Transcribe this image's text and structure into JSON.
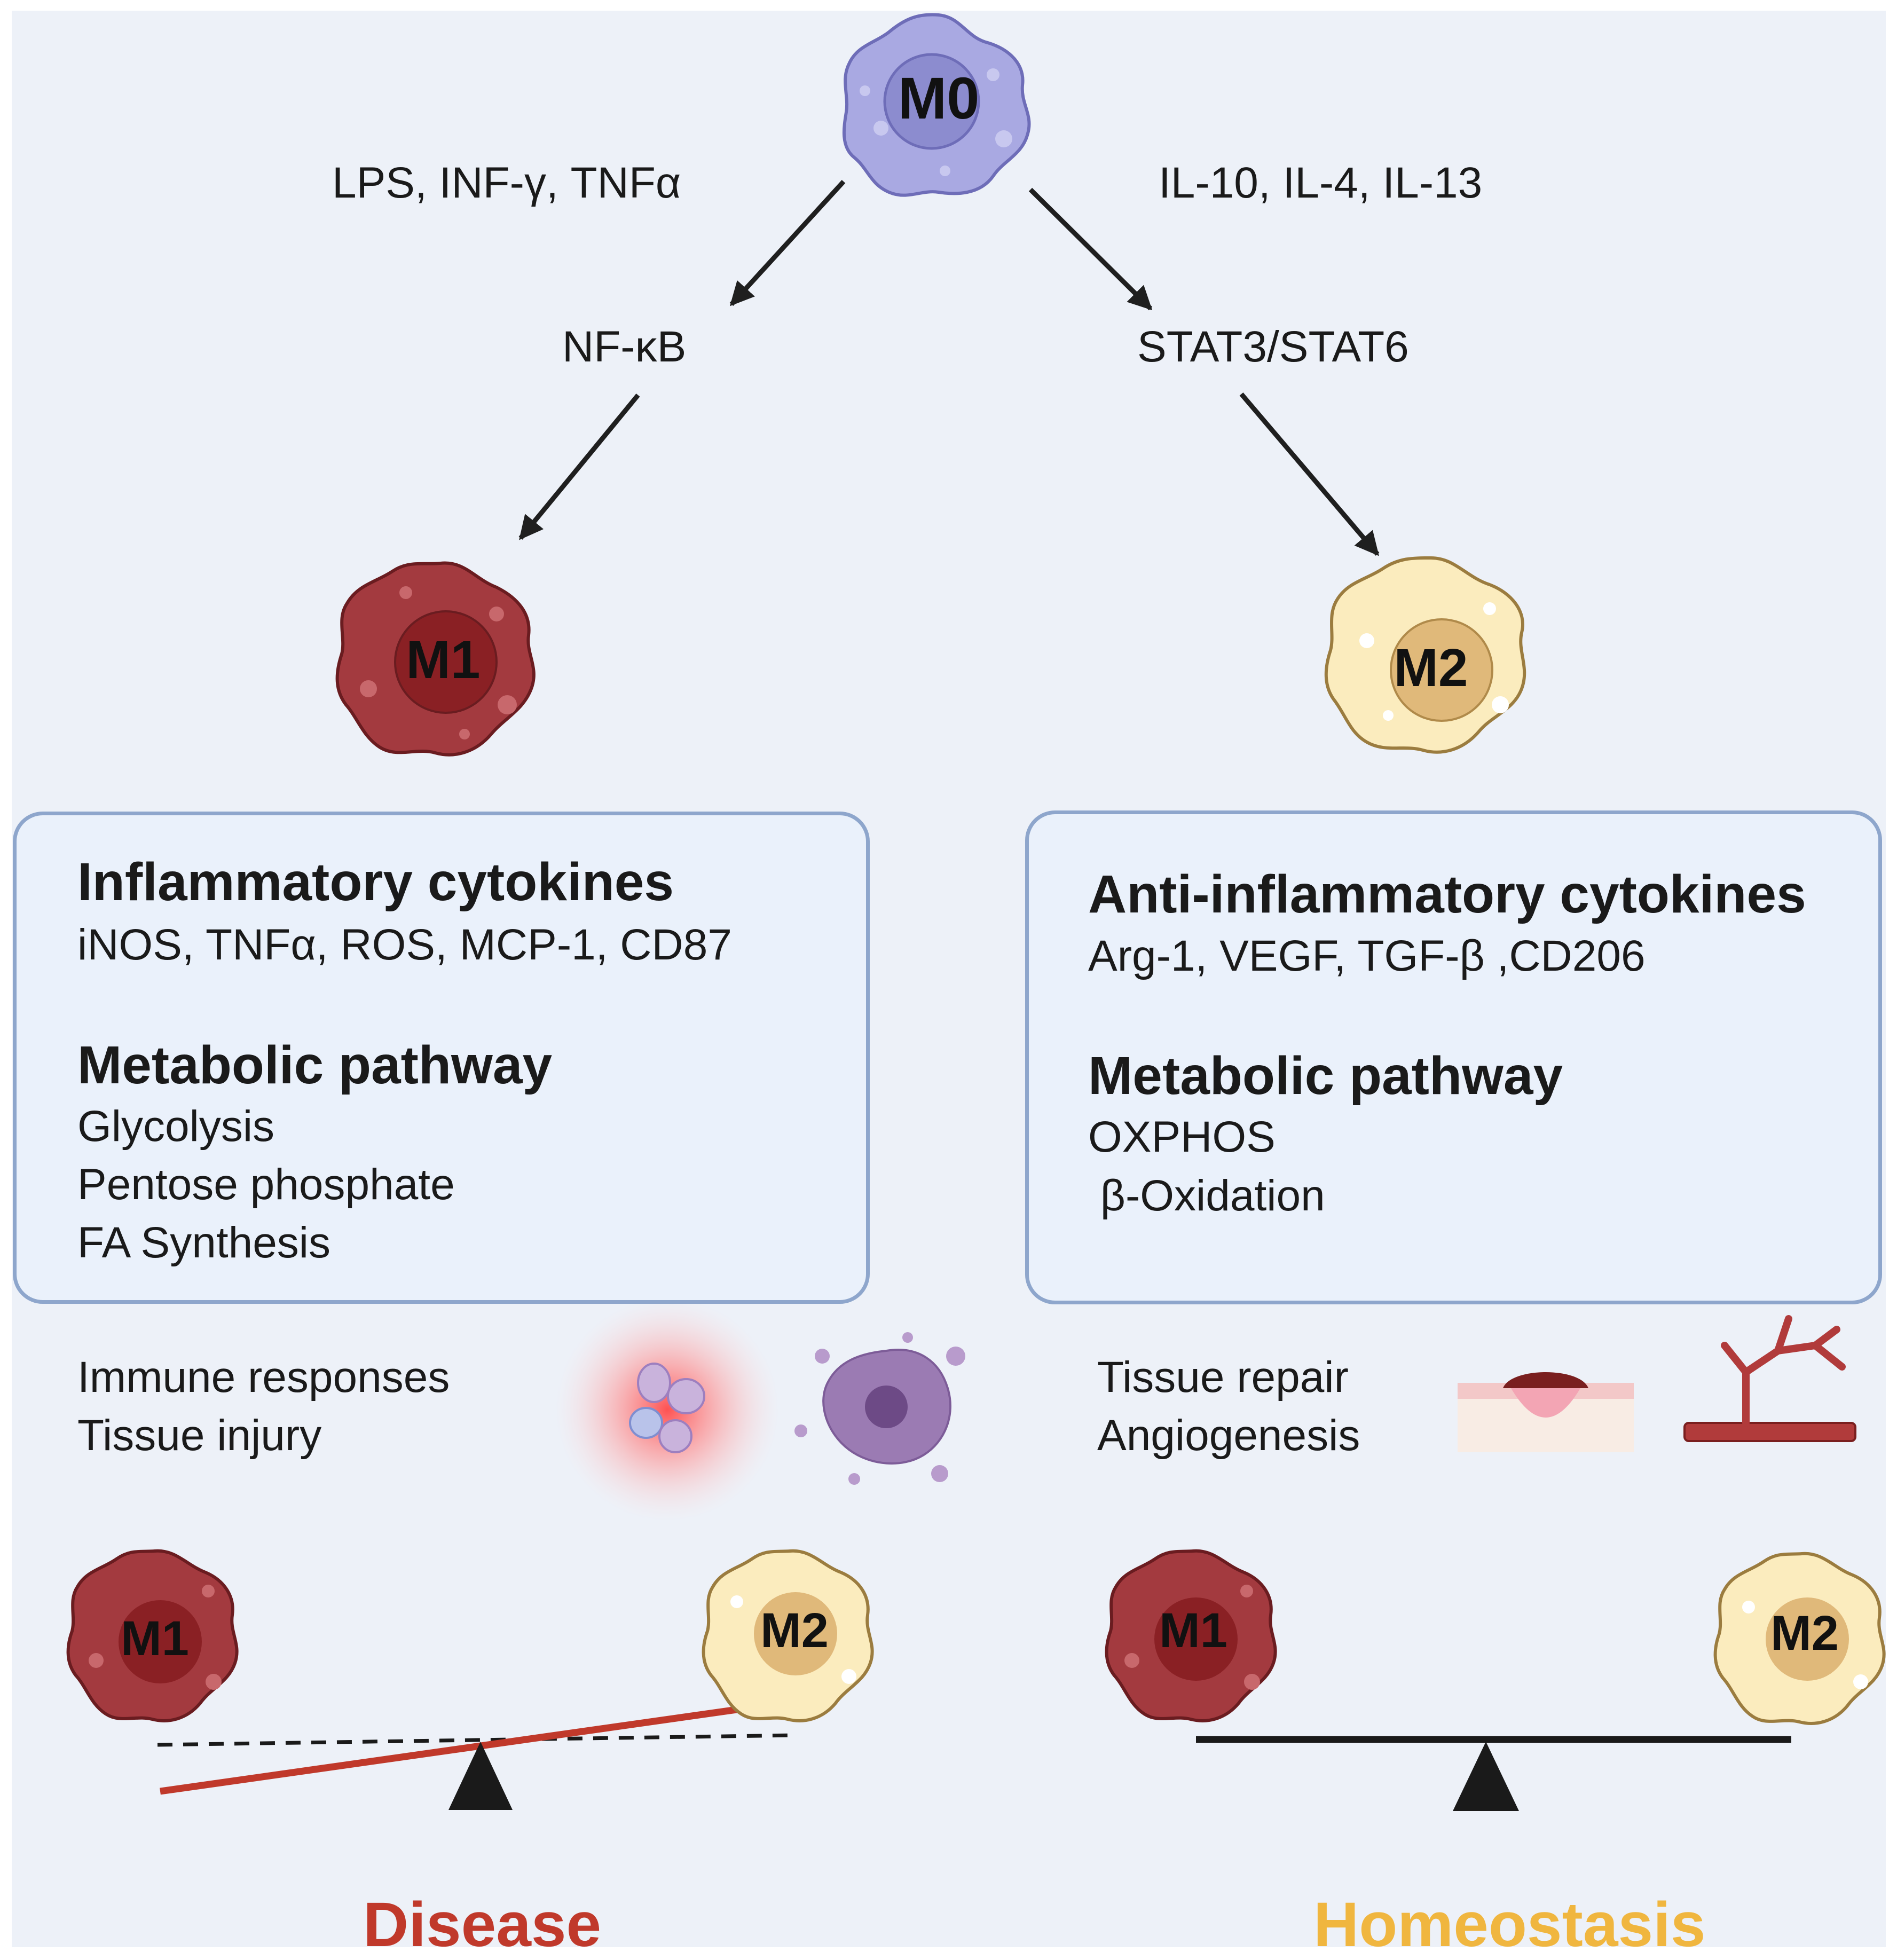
{
  "top": {
    "m0_label": "M0",
    "left_stimuli": "LPS, INF-γ, TNFα",
    "right_stimuli": "IL-10, IL-4,  IL-13",
    "left_pathway": "NF-κB",
    "right_pathway": "STAT3/STAT6",
    "m1_label": "M1",
    "m2_label": "M2"
  },
  "left_panel": {
    "cytokines_heading": "Inflammatory cytokines",
    "cytokines_list": "iNOS, TNFα, ROS, MCP-1, CD87",
    "metabolic_heading": "Metabolic pathway",
    "metabolic_items": [
      "Glycolysis",
      "Pentose phosphate",
      "FA Synthesis"
    ]
  },
  "right_panel": {
    "cytokines_heading": "Anti-inflammatory cytokines",
    "cytokines_list": "Arg-1, VEGF, TGF-β ,CD206",
    "metabolic_heading": "Metabolic pathway",
    "metabolic_items": [
      "OXPHOS",
      " β-Oxidation"
    ]
  },
  "left_effects": [
    "Immune responses",
    "Tissue injury"
  ],
  "right_effects": [
    "Tissue repair",
    "Angiogenesis"
  ],
  "balance_left": {
    "m1_label": "M1",
    "m2_label": "M2",
    "outcome": "Disease"
  },
  "balance_right": {
    "m1_label": "M1",
    "m2_label": "M2",
    "outcome": "Homeostasis"
  },
  "colors": {
    "m0_fill": "#a9a9e2",
    "m1_fill": "#a33a3f",
    "m2_fill": "#fbecbe",
    "disease": "#c0392b",
    "homeostasis": "#f0b63f",
    "panel_border": "#8ea6cc"
  }
}
